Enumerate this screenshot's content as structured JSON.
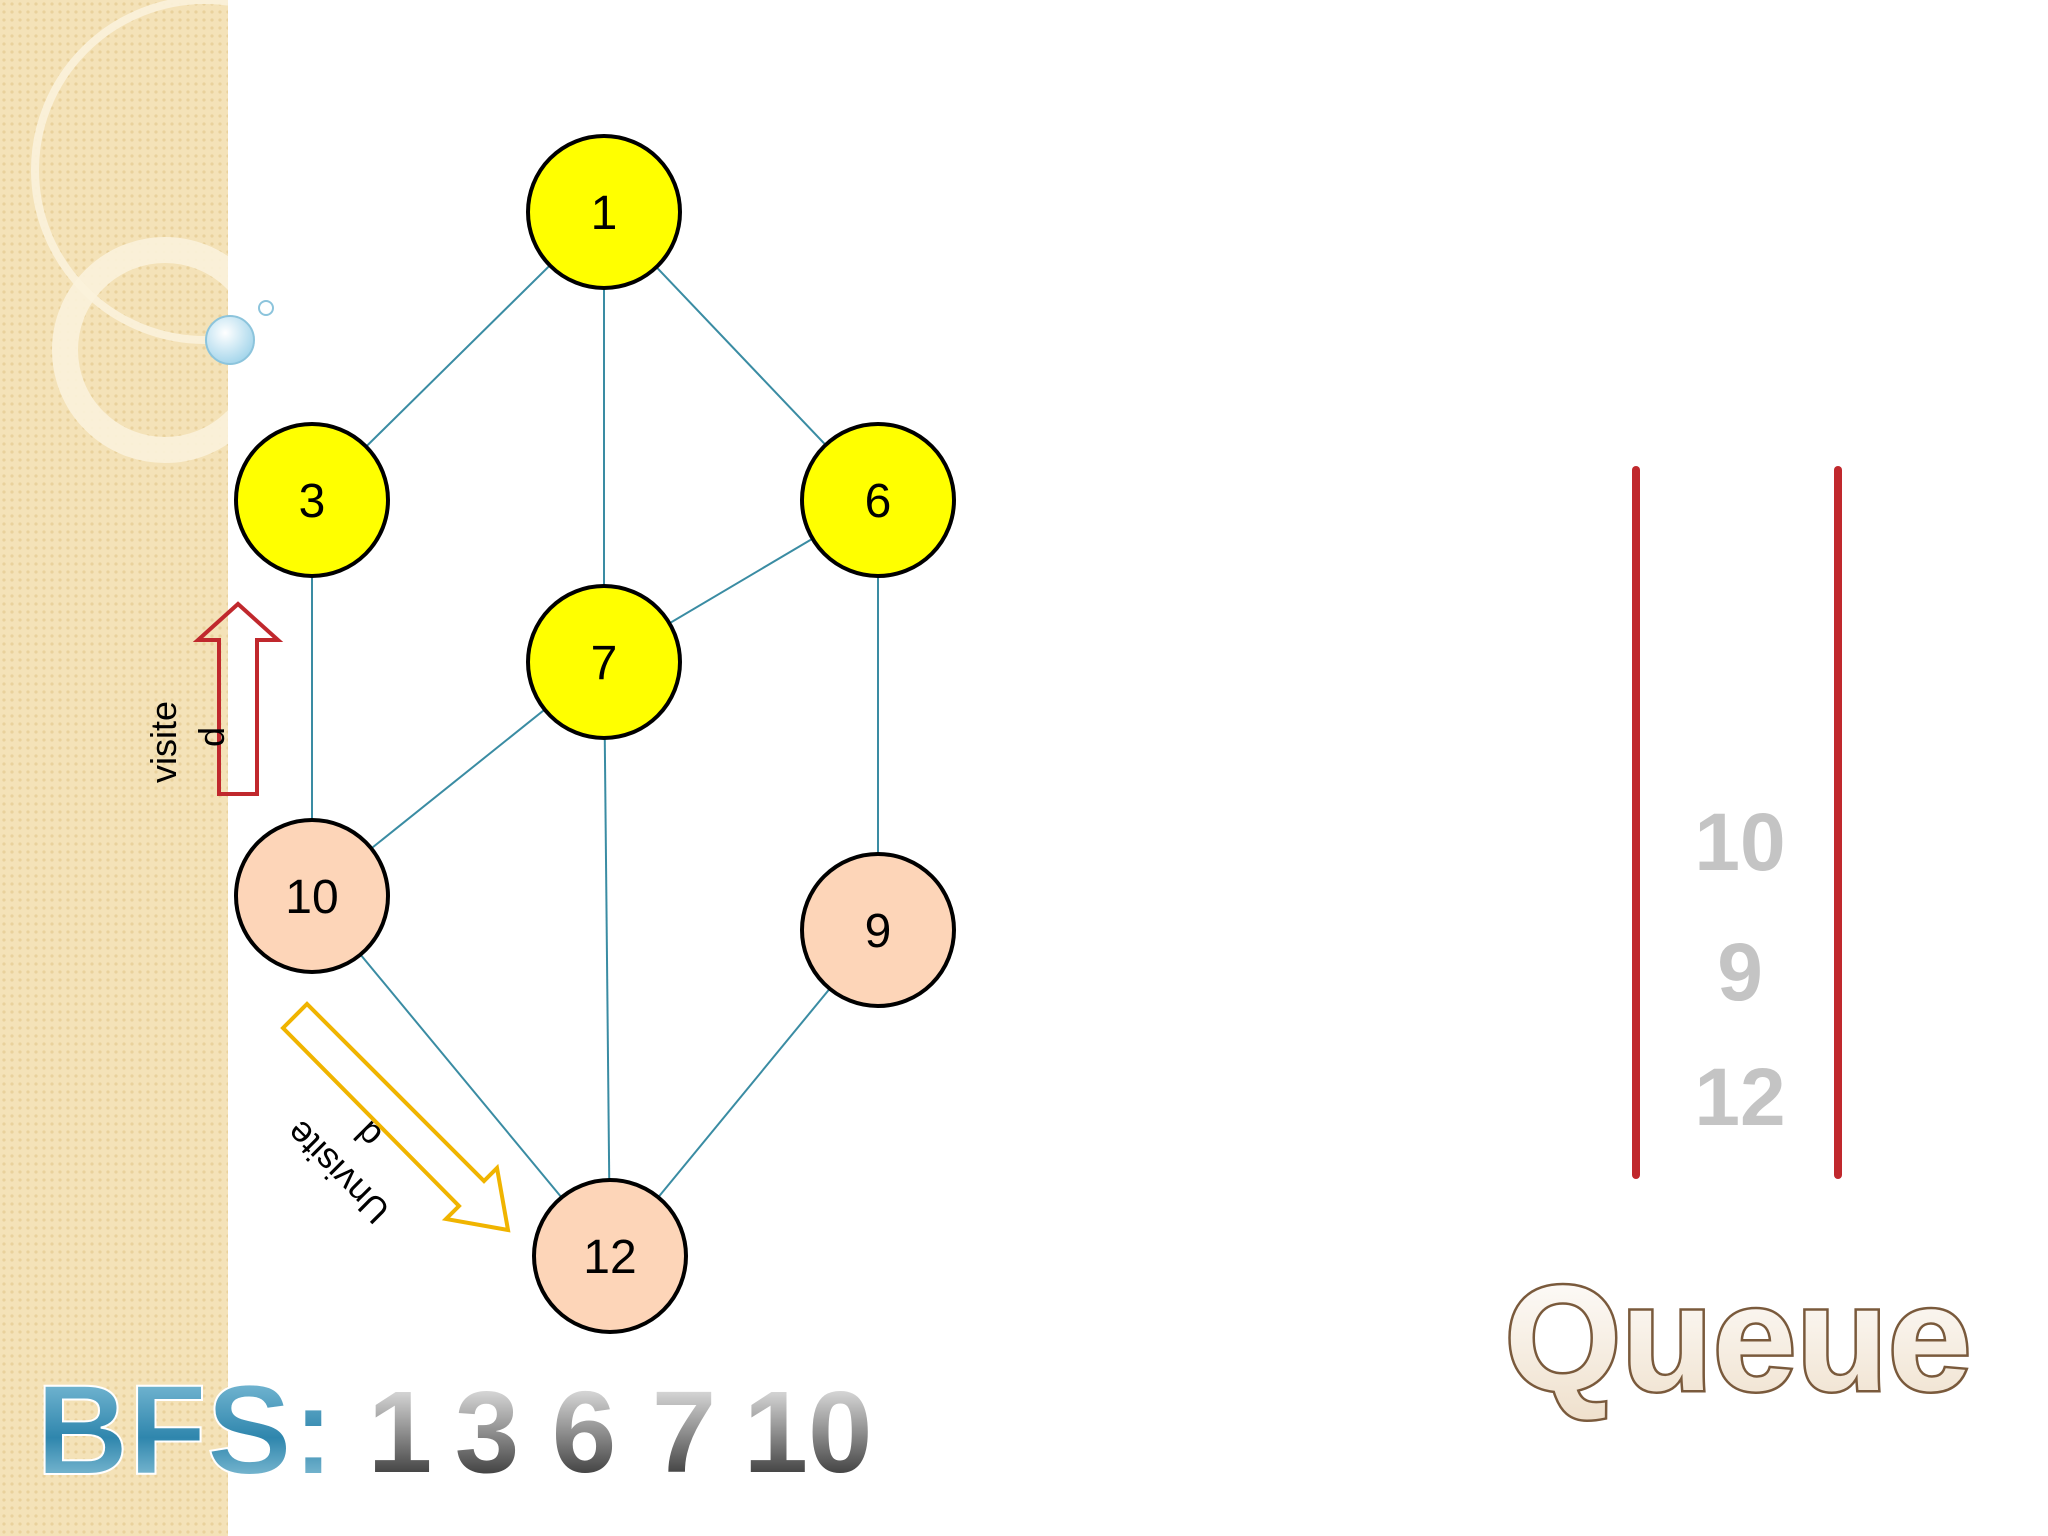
{
  "graph": {
    "nodes": [
      {
        "id": "1",
        "label": "1",
        "state": "visited"
      },
      {
        "id": "3",
        "label": "3",
        "state": "visited"
      },
      {
        "id": "6",
        "label": "6",
        "state": "visited"
      },
      {
        "id": "7",
        "label": "7",
        "state": "visited"
      },
      {
        "id": "10",
        "label": "10",
        "state": "unvisited"
      },
      {
        "id": "9",
        "label": "9",
        "state": "unvisited"
      },
      {
        "id": "12",
        "label": "12",
        "state": "unvisited"
      }
    ],
    "edges": [
      [
        "1",
        "3"
      ],
      [
        "1",
        "7"
      ],
      [
        "1",
        "6"
      ],
      [
        "3",
        "10"
      ],
      [
        "6",
        "7"
      ],
      [
        "6",
        "9"
      ],
      [
        "7",
        "10"
      ],
      [
        "7",
        "12"
      ],
      [
        "10",
        "12"
      ],
      [
        "9",
        "12"
      ]
    ],
    "colors": {
      "visited": "#ffff00",
      "unvisited": "#fdd5b8",
      "edge": "#3a8ca3",
      "node_stroke": "#000000"
    }
  },
  "legend": {
    "visited": {
      "line1": "visite",
      "line2": "d",
      "color": "#c0282d"
    },
    "unvisited": {
      "line1": "Unvisite",
      "line2": "d",
      "color": "#f0b400"
    }
  },
  "queue": {
    "title": "Queue",
    "items": [
      "10",
      "9",
      "12"
    ],
    "rail_color": "#c0282d"
  },
  "bfs": {
    "title": "BFS:",
    "sequence": [
      "1",
      "3",
      "6",
      "7",
      "10"
    ]
  },
  "sidebar": {
    "color": "#f4e2b8"
  }
}
